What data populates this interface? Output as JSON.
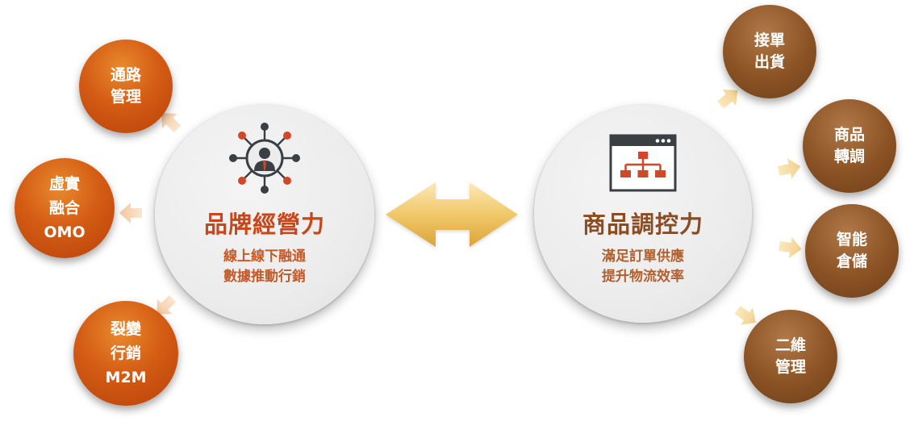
{
  "colors": {
    "left_accent": "#c7461a",
    "right_accent": "#8a4c22",
    "sub_text": "#c35a2a",
    "orange_node": "#d45c14",
    "brown_node": "#8e5526",
    "arrow_light": "#f6dc9e",
    "arrow_gold": "#e1ac3c"
  },
  "left_hub": {
    "icon": "network-person-icon",
    "title": "品牌經營力",
    "sub_lines": [
      "線上線下融通",
      "數據推動行銷"
    ]
  },
  "right_hub": {
    "icon": "sitemap-window-icon",
    "title": "商品調控力",
    "sub_lines": [
      "滿足訂單供應",
      "提升物流效率"
    ]
  },
  "center_arrow": {
    "icon": "double-arrow-icon"
  },
  "left_nodes": [
    {
      "lines": [
        "通路",
        "管理"
      ]
    },
    {
      "lines": [
        "虛實",
        "融合",
        "OMO"
      ]
    },
    {
      "lines": [
        "裂變",
        "行銷",
        "M2M"
      ]
    }
  ],
  "right_nodes": [
    {
      "lines": [
        "接單",
        "出貨"
      ]
    },
    {
      "lines": [
        "商品",
        "轉調"
      ]
    },
    {
      "lines": [
        "智能",
        "倉儲"
      ]
    },
    {
      "lines": [
        "二維",
        "管理"
      ]
    }
  ]
}
